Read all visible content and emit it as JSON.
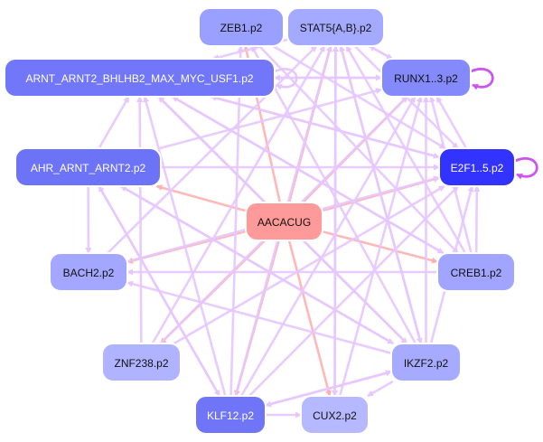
{
  "colors": {
    "pink_edge": "#ffb0b0",
    "lilac_edge": "#e6c6ff",
    "magenta_edge": "#cc55ee"
  },
  "center": {
    "id": "AACACUG",
    "label": "AACACUG",
    "fill": "#ff9a9a"
  },
  "nodes": [
    {
      "id": "ZEB1",
      "label": "ZEB1.p2",
      "fill": "#9aa0ff",
      "text_color": "#111111"
    },
    {
      "id": "STAT5",
      "label": "STAT5{A,B}.p2",
      "fill": "#a4aaff",
      "text_color": "#111111"
    },
    {
      "id": "ARNT_MAX",
      "label": "ARNT_ARNT2_BHLHB2_MAX_MYC_USF1.p2",
      "fill": "#7177f8",
      "text_color": "#ffffff"
    },
    {
      "id": "RUNX",
      "label": "RUNX1..3.p2",
      "fill": "#8489fb",
      "text_color": "#111111"
    },
    {
      "id": "AHR",
      "label": "AHR_ARNT_ARNT2.p2",
      "fill": "#6d73f6",
      "text_color": "#ffffff"
    },
    {
      "id": "E2F",
      "label": "E2F1..5.p2",
      "fill": "#3333ff",
      "text_color": "#ffffff"
    },
    {
      "id": "BACH2",
      "label": "BACH2.p2",
      "fill": "#a3a7ff",
      "text_color": "#111111"
    },
    {
      "id": "CREB1",
      "label": "CREB1.p2",
      "fill": "#a1a5ff",
      "text_color": "#111111"
    },
    {
      "id": "ZNF238",
      "label": "ZNF238.p2",
      "fill": "#b0b3ff",
      "text_color": "#111111"
    },
    {
      "id": "IKZF2",
      "label": "IKZF2.p2",
      "fill": "#a7abff",
      "text_color": "#111111"
    },
    {
      "id": "KLF12",
      "label": "KLF12.p2",
      "fill": "#6f75f6",
      "text_color": "#ffffff"
    },
    {
      "id": "CUX2",
      "label": "CUX2.p2",
      "fill": "#b6b9ff",
      "text_color": "#111111"
    }
  ],
  "edges": [
    {
      "from": "AACACUG",
      "to": "ZEB1",
      "color": "pink"
    },
    {
      "from": "AACACUG",
      "to": "STAT5",
      "color": "pink"
    },
    {
      "from": "AACACUG",
      "to": "ARNT_MAX",
      "color": "pink"
    },
    {
      "from": "AACACUG",
      "to": "RUNX",
      "color": "pink"
    },
    {
      "from": "AACACUG",
      "to": "AHR",
      "color": "pink"
    },
    {
      "from": "AACACUG",
      "to": "E2F",
      "color": "pink"
    },
    {
      "from": "AACACUG",
      "to": "BACH2",
      "color": "pink"
    },
    {
      "from": "AACACUG",
      "to": "CREB1",
      "color": "pink"
    },
    {
      "from": "AACACUG",
      "to": "ZNF238",
      "color": "pink"
    },
    {
      "from": "AACACUG",
      "to": "IKZF2",
      "color": "pink"
    },
    {
      "from": "AACACUG",
      "to": "KLF12",
      "color": "pink"
    },
    {
      "from": "AACACUG",
      "to": "CUX2",
      "color": "pink"
    },
    {
      "from": "ZEB1",
      "to": "E2F",
      "color": "lilac"
    },
    {
      "from": "ZEB1",
      "to": "CREB1",
      "color": "lilac"
    },
    {
      "from": "STAT5",
      "to": "RUNX",
      "color": "lilac"
    },
    {
      "from": "STAT5",
      "to": "E2F",
      "color": "lilac"
    },
    {
      "from": "STAT5",
      "to": "ARNT_MAX",
      "color": "lilac"
    },
    {
      "from": "STAT5",
      "to": "CUX2",
      "color": "lilac"
    },
    {
      "from": "STAT5",
      "to": "IKZF2",
      "color": "lilac"
    },
    {
      "from": "ARNT_MAX",
      "to": "RUNX",
      "color": "lilac"
    },
    {
      "from": "ARNT_MAX",
      "to": "E2F",
      "color": "lilac"
    },
    {
      "from": "ARNT_MAX",
      "to": "CREB1",
      "color": "lilac"
    },
    {
      "from": "ARNT_MAX",
      "to": "IKZF2",
      "color": "lilac"
    },
    {
      "from": "RUNX",
      "to": "ARNT_MAX",
      "color": "lilac"
    },
    {
      "from": "RUNX",
      "to": "STAT5",
      "color": "lilac"
    },
    {
      "from": "AHR",
      "to": "E2F",
      "color": "lilac"
    },
    {
      "from": "AHR",
      "to": "ARNT_MAX",
      "color": "lilac"
    },
    {
      "from": "AHR",
      "to": "RUNX",
      "color": "lilac"
    },
    {
      "from": "AHR",
      "to": "BACH2",
      "color": "lilac"
    },
    {
      "from": "AHR",
      "to": "IKZF2",
      "color": "lilac"
    },
    {
      "from": "AHR",
      "to": "KLF12",
      "color": "lilac"
    },
    {
      "from": "CREB1",
      "to": "E2F",
      "color": "lilac"
    },
    {
      "from": "CREB1",
      "to": "RUNX",
      "color": "lilac"
    },
    {
      "from": "CREB1",
      "to": "STAT5",
      "color": "lilac"
    },
    {
      "from": "CREB1",
      "to": "ARNT_MAX",
      "color": "lilac"
    },
    {
      "from": "CREB1",
      "to": "BACH2",
      "color": "lilac"
    },
    {
      "from": "IKZF2",
      "to": "RUNX",
      "color": "lilac"
    },
    {
      "from": "IKZF2",
      "to": "E2F",
      "color": "lilac"
    },
    {
      "from": "IKZF2",
      "to": "STAT5",
      "color": "lilac"
    },
    {
      "from": "IKZF2",
      "to": "ZEB1",
      "color": "lilac"
    },
    {
      "from": "IKZF2",
      "to": "ARNT_MAX",
      "color": "lilac"
    },
    {
      "from": "IKZF2",
      "to": "AHR",
      "color": "lilac"
    },
    {
      "from": "IKZF2",
      "to": "BACH2",
      "color": "lilac"
    },
    {
      "from": "IKZF2",
      "to": "CUX2",
      "color": "lilac"
    },
    {
      "from": "IKZF2",
      "to": "KLF12",
      "color": "lilac"
    },
    {
      "from": "KLF12",
      "to": "ZEB1",
      "color": "lilac"
    },
    {
      "from": "KLF12",
      "to": "STAT5",
      "color": "lilac"
    },
    {
      "from": "KLF12",
      "to": "ARNT_MAX",
      "color": "lilac"
    },
    {
      "from": "KLF12",
      "to": "RUNX",
      "color": "lilac"
    },
    {
      "from": "KLF12",
      "to": "E2F",
      "color": "lilac"
    },
    {
      "from": "KLF12",
      "to": "AHR",
      "color": "lilac"
    },
    {
      "from": "KLF12",
      "to": "CUX2",
      "color": "lilac"
    },
    {
      "from": "KLF12",
      "to": "IKZF2",
      "color": "lilac"
    },
    {
      "from": "CUX2",
      "to": "STAT5",
      "color": "lilac"
    },
    {
      "from": "CUX2",
      "to": "RUNX",
      "color": "lilac"
    },
    {
      "from": "ZNF238",
      "to": "STAT5",
      "color": "lilac"
    },
    {
      "from": "ZNF238",
      "to": "RUNX",
      "color": "lilac"
    },
    {
      "from": "ZNF238",
      "to": "E2F",
      "color": "lilac"
    },
    {
      "from": "ZNF238",
      "to": "ARNT_MAX",
      "color": "lilac"
    },
    {
      "from": "BACH2",
      "to": "STAT5",
      "color": "lilac"
    },
    {
      "from": "BACH2",
      "to": "E2F",
      "color": "lilac"
    },
    {
      "from": "E2F",
      "to": "RUNX",
      "color": "lilac"
    },
    {
      "from": "E2F",
      "to": "ARNT_MAX",
      "color": "lilac"
    }
  ],
  "self_loops": [
    {
      "node": "RUNX",
      "color": "magenta"
    },
    {
      "node": "E2F",
      "color": "magenta"
    },
    {
      "node": "ARNT_MAX",
      "color": "lilac"
    }
  ]
}
